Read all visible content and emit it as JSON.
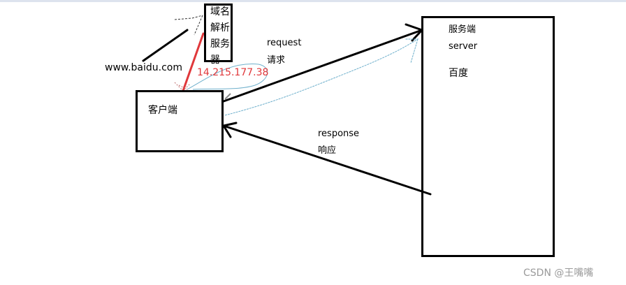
{
  "diagram": {
    "nodes": {
      "dns_server": {
        "lines": [
          "域名",
          "解析",
          "服务器"
        ]
      },
      "client": {
        "label": "客户端"
      },
      "server": {
        "lines": [
          "服务端",
          "server",
          "百度"
        ]
      }
    },
    "labels": {
      "domain": "www.baidu.com",
      "ip_address": "14.215.177.38",
      "request_en": "request",
      "request_zh": "请求",
      "response_en": "response",
      "response_zh": "响应"
    },
    "edges": [
      {
        "from": "domain",
        "to": "dns_server",
        "style": "solid-black"
      },
      {
        "from": "dns_server",
        "to": "client",
        "style": "solid-red",
        "label": "ip_address"
      },
      {
        "from": "client",
        "to": "server",
        "style": "arrow-black",
        "label": "request"
      },
      {
        "from": "server",
        "to": "client",
        "style": "arrow-black",
        "label": "response"
      }
    ],
    "colors": {
      "stroke": "#000000",
      "ip_highlight": "#e0383b",
      "sketch": "#5aa6c8",
      "watermark": "#9a9a9a"
    }
  },
  "watermark": "CSDN @王嘴嘴"
}
